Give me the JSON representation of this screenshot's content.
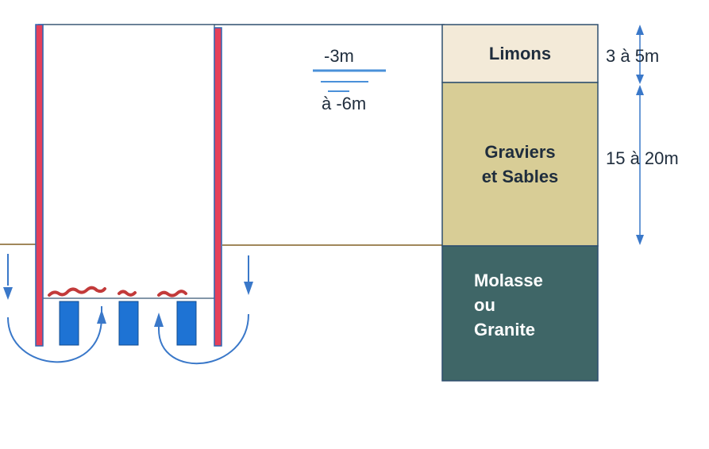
{
  "water_level": {
    "top_label": "-3m",
    "bottom_label": "à  -6m"
  },
  "soil_column": {
    "layers": [
      {
        "name": "Limons",
        "fill": "#f3ead8",
        "text_color": "#1f2d3d"
      },
      {
        "name": "Graviers et Sables",
        "lines": [
          "Graviers",
          "et Sables"
        ],
        "fill": "#d8cd96",
        "text_color": "#1f2d3d"
      },
      {
        "name": "Molasse ou Granite",
        "lines": [
          "Molasse",
          "ou",
          "Granite"
        ],
        "fill": "#3f6667",
        "text_color": "#ffffff"
      }
    ]
  },
  "dimensions": {
    "limons": "3 à 5m",
    "graviers": "15 à 20m"
  },
  "colors": {
    "wall_red": "#e5405a",
    "wall_edge": "#2f66b3",
    "block_blue": "#1e73d4",
    "arrow_blue": "#3a78c9",
    "ground_line": "#a0875a",
    "waterline": "#4a90d9",
    "residue_red": "#c23a3a"
  }
}
